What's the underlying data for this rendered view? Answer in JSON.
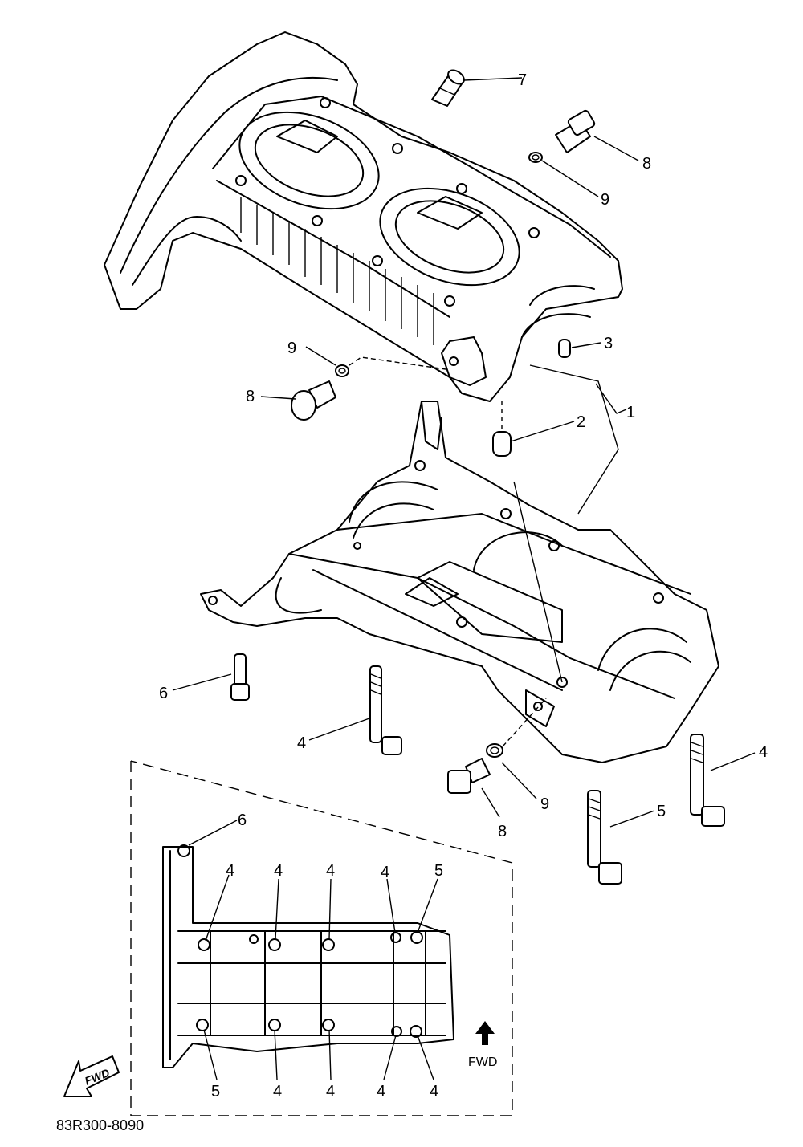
{
  "callouts": {
    "c7": "7",
    "c8a": "8",
    "c9a": "9",
    "c3": "3",
    "c9b": "9",
    "c8b": "8",
    "c2": "2",
    "c1": "1",
    "c6": "6",
    "c4a": "4",
    "c4b": "4",
    "c9c": "9",
    "c8c": "8",
    "c5": "5"
  },
  "inset": {
    "top_labels": [
      "6",
      "4",
      "4",
      "4",
      "4",
      "5"
    ],
    "bottom_labels": [
      "5",
      "4",
      "4",
      "4",
      "4"
    ],
    "fwd_label": "FWD"
  },
  "fwd_arrow_label": "FWD",
  "diagram_code": "83R300-8090"
}
